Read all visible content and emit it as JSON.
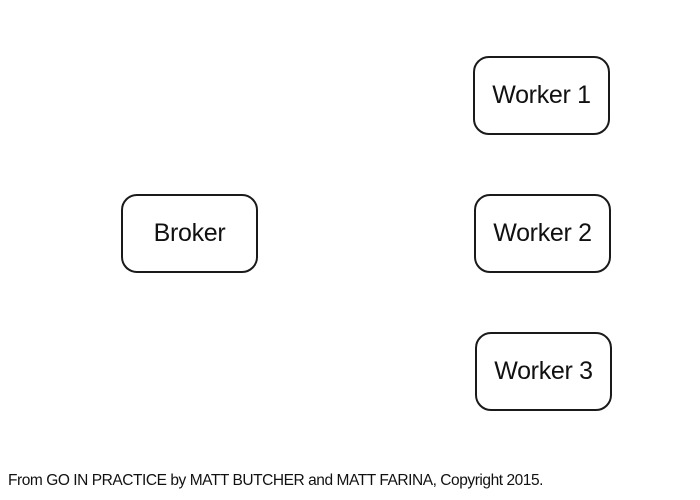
{
  "diagram": {
    "nodes": [
      {
        "id": "broker",
        "label": "Broker"
      },
      {
        "id": "worker-1",
        "label": "Worker 1"
      },
      {
        "id": "worker-2",
        "label": "Worker 2"
      },
      {
        "id": "worker-3",
        "label": "Worker 3"
      }
    ]
  },
  "caption": "From GO IN PRACTICE by MATT BUTCHER and MATT FARINA, Copyright 2015."
}
